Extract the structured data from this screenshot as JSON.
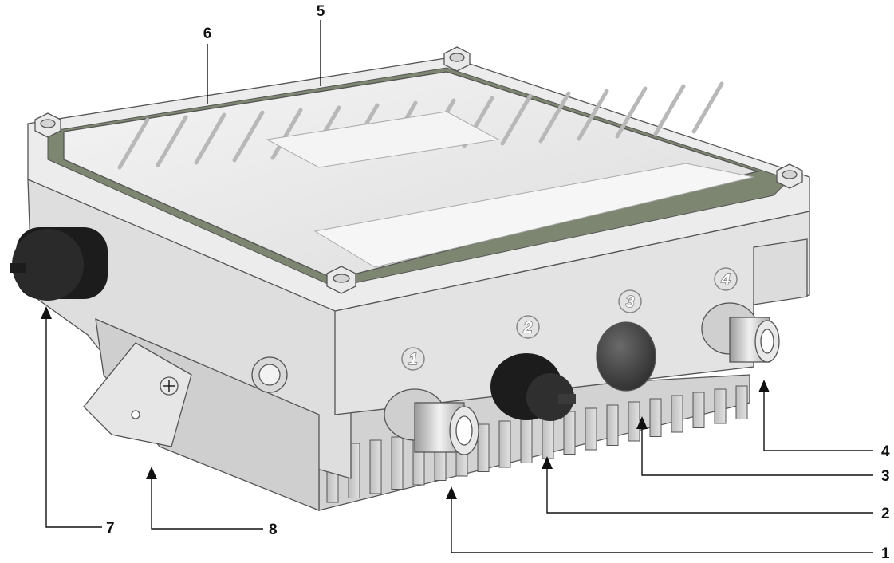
{
  "figure": {
    "callouts": [
      {
        "id": "c1",
        "label": "1"
      },
      {
        "id": "c2",
        "label": "2"
      },
      {
        "id": "c3",
        "label": "3"
      },
      {
        "id": "c4",
        "label": "4"
      },
      {
        "id": "c5",
        "label": "5"
      },
      {
        "id": "c6",
        "label": "6"
      },
      {
        "id": "c7",
        "label": "7"
      },
      {
        "id": "c8",
        "label": "8"
      }
    ],
    "port_labels": [
      "1",
      "2",
      "3",
      "4"
    ],
    "colors": {
      "line": "#111111",
      "housing": "#e6e6e6",
      "housing_shadow": "#c9c9c9",
      "seal": "#7d8670",
      "connector_dark": "#1c1c1c",
      "cap_dark": "#4a4a4a"
    }
  }
}
